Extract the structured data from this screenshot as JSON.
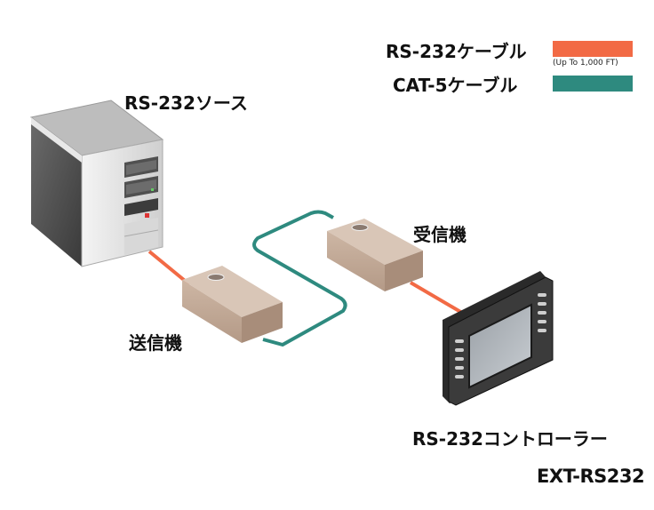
{
  "legend": {
    "rs232_cable": {
      "label": "RS-232ケーブル",
      "note": "(Up To 1,000 FT)",
      "color": "#f26a45"
    },
    "cat5_cable": {
      "label": "CAT-5ケーブル",
      "color": "#2e8a7f"
    }
  },
  "nodes": {
    "source": "RS-232ソース",
    "receiver": "受信機",
    "sender": "送信機",
    "controller": "RS-232コントローラー"
  },
  "model": "EXT-RS232"
}
